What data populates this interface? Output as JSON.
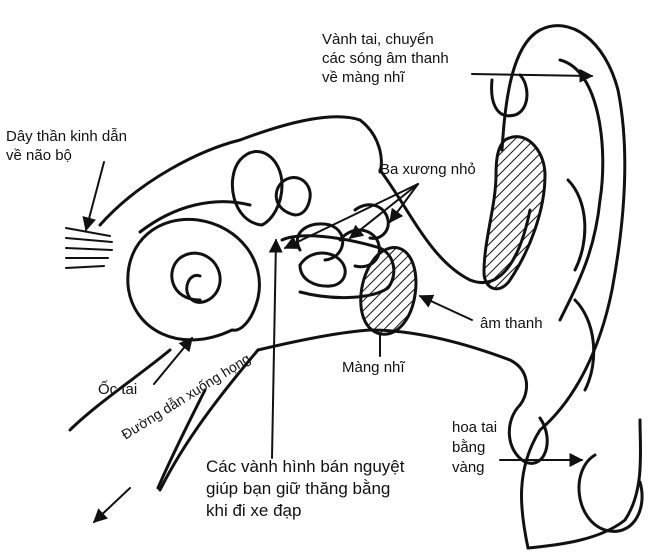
{
  "labels": {
    "pinna": "Vành tai, chuyển\ncác sóng âm thanh\nvề màng nhĩ",
    "nerve": "Dây thần kinh dẫn\nvề não bộ",
    "ossicles": "Ba xương nhỏ",
    "sound": "âm thanh",
    "cochlea": "Ốc tai",
    "eardrum": "Màng nhĩ",
    "throat_tube": "Đường dẫn xuống họng",
    "earring": "hoa tai\nbằng\nvàng",
    "semicircular_canals": "Các vành hình bán nguyệt\ngiúp bạn giữ thăng bằng\nkhi đi xe đạp"
  }
}
